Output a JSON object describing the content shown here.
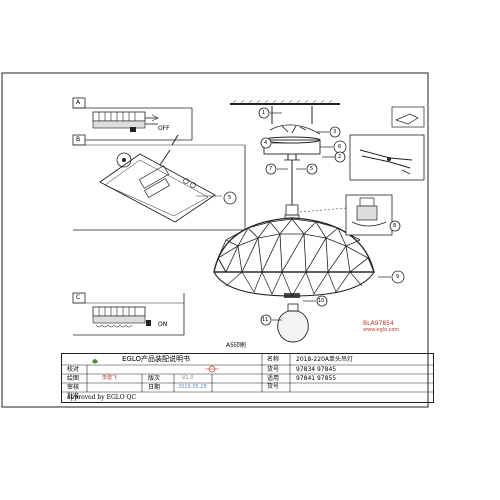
{
  "panel_labels": {
    "a": "A",
    "b": "B",
    "c": "C"
  },
  "off_label": "OFF",
  "on_label": "ON",
  "callouts": {
    "n1": "1",
    "n2": "2",
    "n3": "3",
    "n4": "4",
    "n5": "5",
    "n6": "6",
    "n7": "7",
    "n8": "8",
    "n9": "9",
    "n10": "10",
    "n11": "11",
    "n5b": "5"
  },
  "model_code": "BLA97854",
  "website": "www.eglo.com",
  "paper_size": "A5印刷",
  "table": {
    "brand_title": "EGLO产品装配说明书",
    "rows": {
      "check_label": "校对",
      "draw_label": "绘图",
      "draw_value": "李建飞",
      "review_label": "审核",
      "approve_label": "批准",
      "version_label": "版次",
      "version_value": "V1.0",
      "date_label": "日期",
      "date_value": "2019.05.28",
      "name_label": "名称",
      "name_value": "2018-220A单头吊灯",
      "number_label": "货号",
      "number_value": "97834   97845",
      "applies_label": "适用",
      "applies_label2": "货号",
      "applies_value": "97841   97855"
    },
    "footer": "approved by EGLO QC"
  },
  "colors": {
    "line": "#222222",
    "accent_red": "#c0392b",
    "light": "#999999"
  }
}
